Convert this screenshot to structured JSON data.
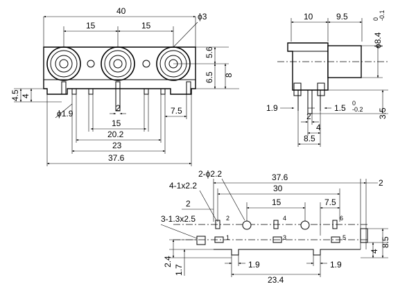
{
  "front_view": {
    "overall_width": "40",
    "hole_diameter": "ϕ3",
    "pitch_left": "15",
    "pitch_right": "15",
    "dim_5_6": "5.6",
    "dim_6_5": "6.5",
    "dim_8": "8",
    "dim_4_5": "4.5",
    "dim_4": "4",
    "pin_diameter": "ϕ1.9",
    "dim_2": "2",
    "dim_7_5": "7.5",
    "dim_15": "15",
    "dim_20_2": "20.2",
    "dim_23": "23",
    "dim_37_6": "37.6"
  },
  "side_view": {
    "dim_10": "10",
    "dim_9_5": "9.5",
    "dim_dia_8_4": "ϕ8.4",
    "tol_8_4_upper": "0",
    "tol_8_4_lower": "-0.1",
    "dim_1_9": "1.9",
    "dim_1_5": "1.5",
    "tol_1_5_upper": "0",
    "tol_1_5_lower": "-0.2",
    "dim_3_5": "3.5",
    "dim_2": "2",
    "dim_4": "4",
    "dim_8_5": "8.5"
  },
  "pcb_layout": {
    "holes_note": "2-ϕ2.2",
    "slots_4": "4-1x2.2",
    "slots_3": "3-1.3x2.5",
    "dim_37_6": "37.6",
    "dim_30": "30",
    "dim_15": "15",
    "dim_7_5": "7.5",
    "dim_2_top": "2",
    "dim_2_left": "2",
    "dim_2_4": "2.4",
    "dim_1_7": "1.7",
    "dim_1_9_left": "1.9",
    "dim_1_9_right": "1.9",
    "dim_23_4": "23.4",
    "dim_4": "4",
    "dim_8_5": "8.5",
    "pin_labels": [
      "1",
      "2",
      "3",
      "4",
      "5",
      "6"
    ]
  }
}
